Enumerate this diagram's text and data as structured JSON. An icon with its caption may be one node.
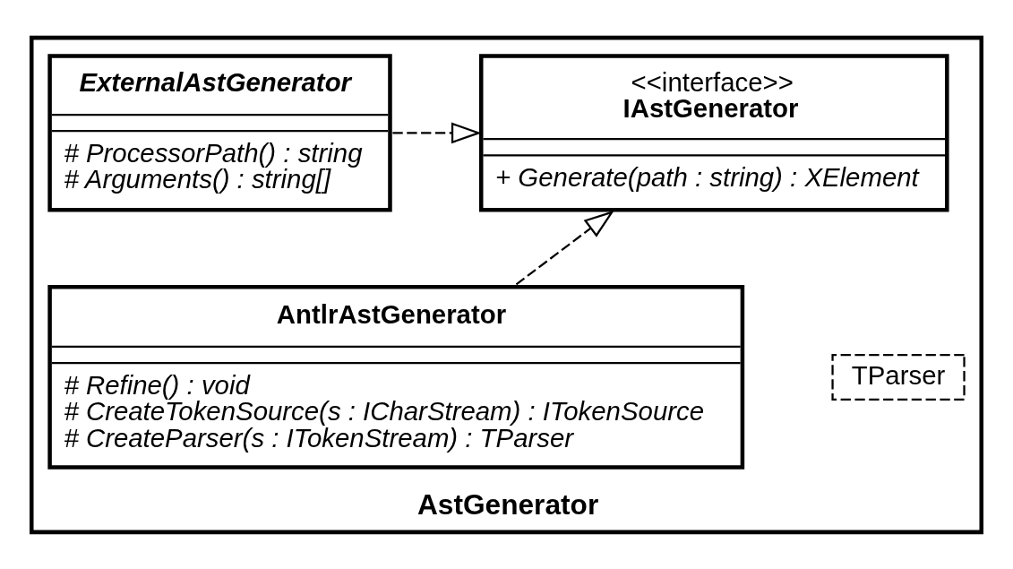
{
  "diagram": {
    "nodes": [
      {
        "text": [
          "AstGenerator"
        ]
      },
      {
        "text": [
          "<<interface>>",
          "IAstGenerator",
          "+ Generate(path : string) : XElement"
        ],
        "in": 0
      },
      {
        "text": [
          "ExternalAstGenerator",
          "# ProcessorPath() : string",
          "# Arguments() : string[]"
        ],
        "in": 0
      },
      {
        "text": [
          "AntlrAstGenerator",
          "# Refine() : void",
          "# CreateTokenSource(s : ICharStream) : ITokenSource",
          "# CreateParser(s : ITokenStream) : TParser"
        ],
        "in": 0
      },
      {
        "text": [
          "TParser"
        ],
        "in": 0
      }
    ],
    "edges": [
      {
        "from": 2,
        "to": 1,
        "arrow": "to",
        "style": "dashed"
      },
      {
        "from": 3,
        "to": 1,
        "arrow": "to",
        "style": "dashed"
      }
    ]
  }
}
